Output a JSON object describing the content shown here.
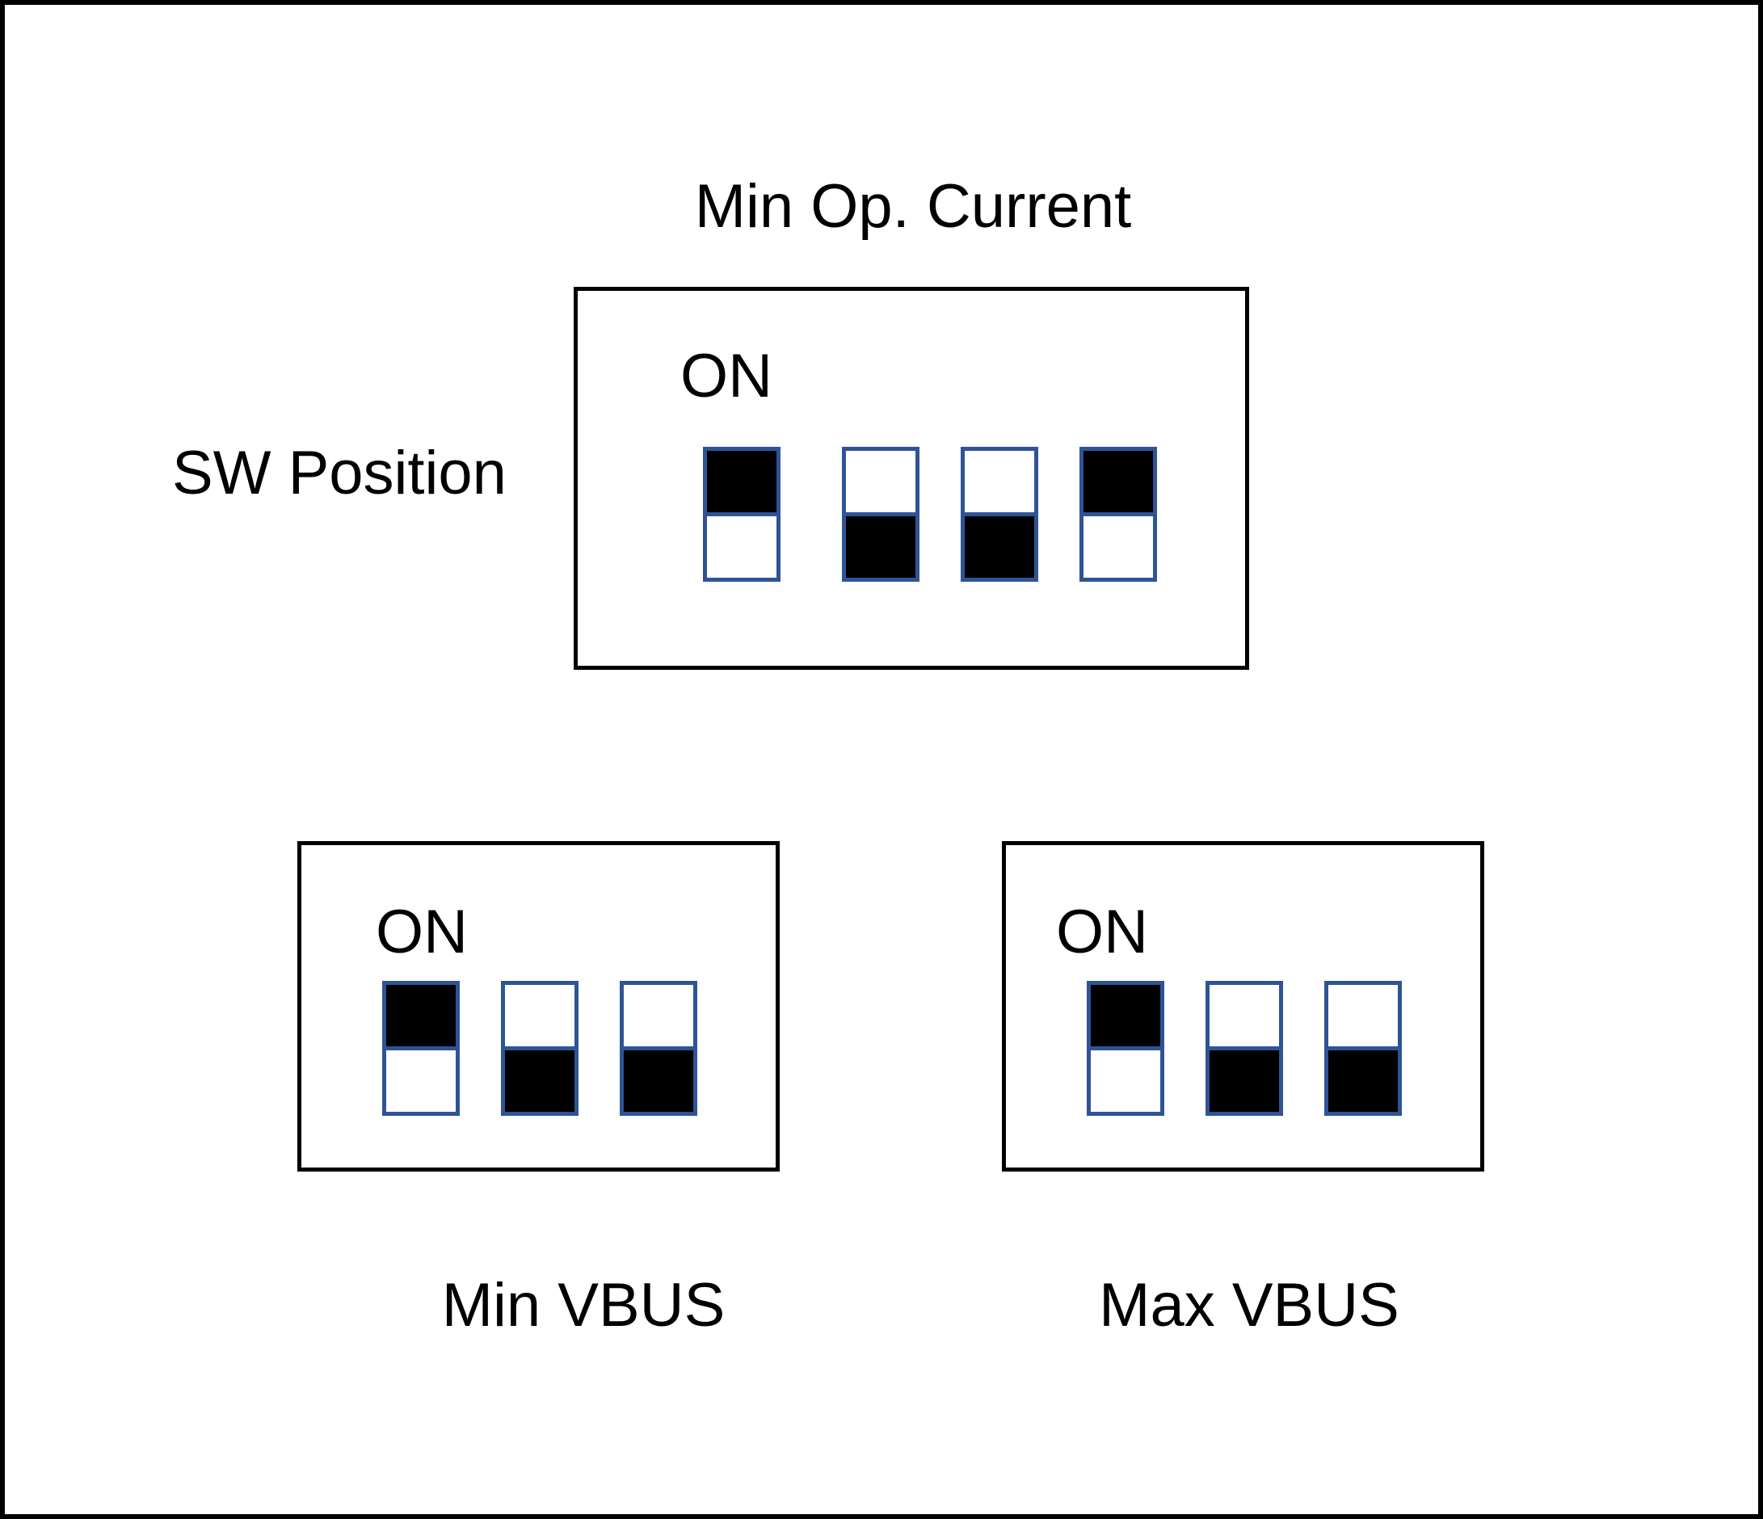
{
  "colors": {
    "ink": "#000000",
    "panel_bg": "#ffffff",
    "switch_border": "#2f5496",
    "switch_on_fill": "#000000"
  },
  "groups": {
    "min_op_current": {
      "title": "Min Op. Current",
      "side_label": "SW Position",
      "on_label": "ON",
      "switch_count": 4,
      "switches": [
        "up",
        "down",
        "down",
        "up"
      ]
    },
    "min_vbus": {
      "caption": "Min VBUS",
      "on_label": "ON",
      "switch_count": 3,
      "switches": [
        "up",
        "down",
        "down"
      ]
    },
    "max_vbus": {
      "caption": "Max VBUS",
      "on_label": "ON",
      "switch_count": 3,
      "switches": [
        "up",
        "down",
        "down"
      ]
    }
  }
}
